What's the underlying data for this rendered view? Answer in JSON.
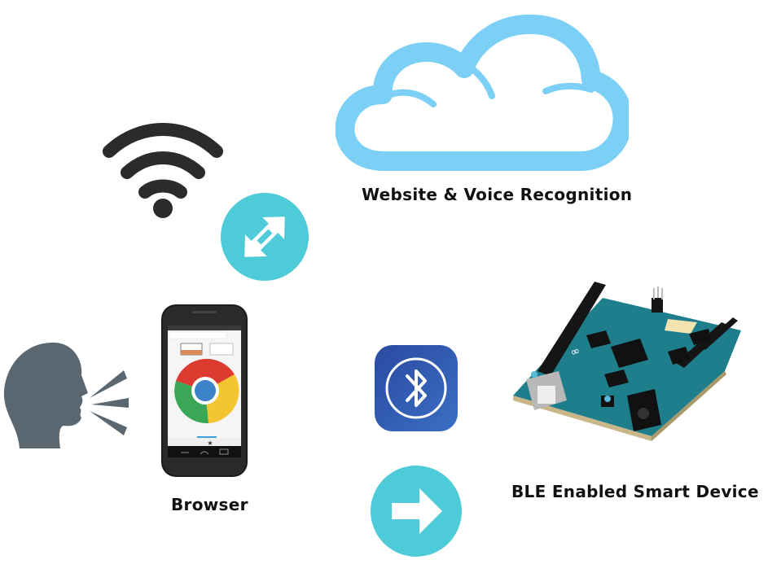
{
  "diagram": {
    "nodes": {
      "cloud": {
        "label": "Website & Voice Recognition",
        "icon": "cloud-icon",
        "color": "#7ccff5"
      },
      "browser": {
        "label": "Browser",
        "icon": "smartphone-chrome-icon"
      },
      "device": {
        "label": "BLE Enabled Smart Device",
        "icon": "arduino-board-icon"
      },
      "speaker": {
        "icon": "speaking-head-icon",
        "color": "#5b6770"
      },
      "wifi": {
        "icon": "wifi-icon",
        "color": "#2b2b2b"
      },
      "bluetooth": {
        "icon": "bluetooth-icon",
        "color": "#2f56a8"
      }
    },
    "connectors": [
      {
        "from": "browser",
        "to": "cloud",
        "icon": "bidirectional-arrow-icon",
        "color": "#4dcbd8"
      },
      {
        "from": "browser",
        "to": "device",
        "icon": "right-arrow-icon",
        "color": "#4dcbd8"
      }
    ]
  }
}
